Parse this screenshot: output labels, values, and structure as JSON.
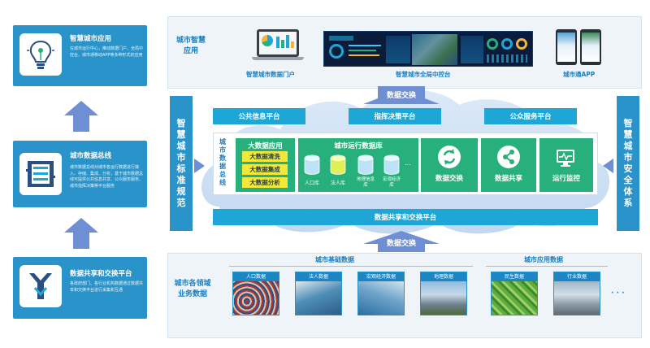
{
  "left": {
    "panels": [
      {
        "title": "智慧城市应用",
        "desc": "在城市运行中心，推动数据门户、全局中控台、城市通移动APP等多种形式的应用"
      },
      {
        "title": "城市数据总线",
        "desc": "城市数据总线对城市各运行数据进行接入、存储、集成、分析，基于城市数据总线可提供公共信息共享、公众服务服务、城市指挥决策等平台服务"
      },
      {
        "title": "数据共享和交换平台",
        "desc": "各政府部门、各行业机构数据通过数据共享和交换平台进行采集和互通"
      }
    ]
  },
  "left_vbar": "智慧城市标准规范",
  "right_vbar": "智慧城市安全体系",
  "top": {
    "label": "城市智慧应用",
    "items": [
      "智慧城市数据门户",
      "智慧城市全局中控台",
      "城市通APP"
    ]
  },
  "exchange_top": "数据交换",
  "platforms": [
    "公共信息平台",
    "指挥决策平台",
    "公众服务平台"
  ],
  "bus": {
    "label": "城市数据总线",
    "bigdata_title": "大数据应用",
    "bigdata_items": [
      "大数据清洗",
      "大数据集成",
      "大数据分析"
    ],
    "db_title": "城市运行数据库",
    "dbs": [
      "人口库",
      "法人库",
      "地理信息库",
      "宏观经济库"
    ],
    "db_more": "...",
    "cards": [
      "数据交换",
      "数据共享",
      "运行监控"
    ]
  },
  "share_platform": "数据共享和交换平台",
  "exchange_bottom": "数据交换",
  "bottom": {
    "label": "城市各领域业务数据",
    "basic_title": "城市基础数据",
    "basic": [
      "人口数据",
      "法人数据",
      "宏观经济数据",
      "地理数据"
    ],
    "app_title": "城市应用数据",
    "app": [
      "民生数据",
      "行业数据"
    ],
    "more": "· · ·"
  },
  "colors": {
    "primary": "#2a93c9",
    "cyan": "#1ea6d6",
    "green": "#27b07c",
    "yellow": "#f3e73a",
    "arrow": "#6f8fd4",
    "cloud": "#c9def3"
  }
}
